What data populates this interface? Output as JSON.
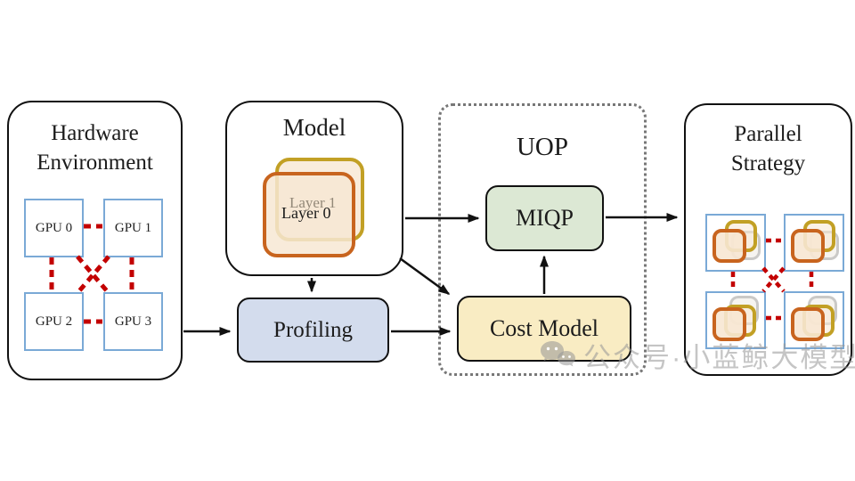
{
  "hardware": {
    "title_line1": "Hardware",
    "title_line2": "Environment",
    "gpus": [
      "GPU 0",
      "GPU 1",
      "GPU 2",
      "GPU 3"
    ]
  },
  "model": {
    "title": "Model",
    "layer_back": "Layer 1",
    "layer_front": "Layer 0"
  },
  "profiling": {
    "label": "Profiling"
  },
  "uop": {
    "title": "UOP",
    "miqp": "MIQP",
    "cost_model": "Cost Model"
  },
  "parallel": {
    "title_line1": "Parallel",
    "title_line2": "Strategy"
  },
  "watermark": {
    "text": "公众号·小蓝鲸大模型"
  },
  "colors": {
    "box_border": "#111111",
    "gpu_border": "#7aa9d6",
    "link_red": "#c30000",
    "layer_gold": "#c2a025",
    "layer_orange": "#c8641e",
    "layer_fill": "#f7e7d3",
    "miqp_fill": "#dce8d4",
    "cost_model_fill": "#f9ecc3",
    "profiling_fill": "#d3dced",
    "uop_border": "#777777",
    "watermark_gray": "#969696"
  }
}
